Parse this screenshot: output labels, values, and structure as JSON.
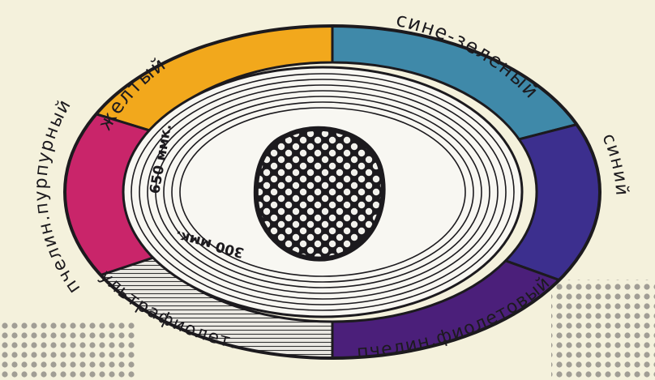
{
  "diagram": {
    "sectors": [
      {
        "id": "yellow",
        "label": "желтый",
        "color": "#f2a81c"
      },
      {
        "id": "blue-green",
        "label": "сине-зеленый",
        "color": "#3f89a9"
      },
      {
        "id": "blue",
        "label": "синий",
        "color": "#3c2f8e"
      },
      {
        "id": "bee-violet",
        "label": "пчелин.фиолетовый",
        "color": "#4b1f7a"
      },
      {
        "id": "ultraviolet",
        "label": "ультрафиолет.",
        "color": "#e9e7e2"
      },
      {
        "id": "bee-purple",
        "label": "пчелин.пурпурный",
        "color": "#c9256a"
      }
    ],
    "wavelength_marks": [
      {
        "id": "wl-650",
        "text": "650 ммк."
      },
      {
        "id": "wl-300",
        "text": "300 ммк."
      }
    ],
    "center_icon": "compound-eye-icon",
    "colors": {
      "background": "#f4f1dc",
      "ink": "#1c1a1e",
      "inner_disc": "#f8f7f2"
    }
  }
}
